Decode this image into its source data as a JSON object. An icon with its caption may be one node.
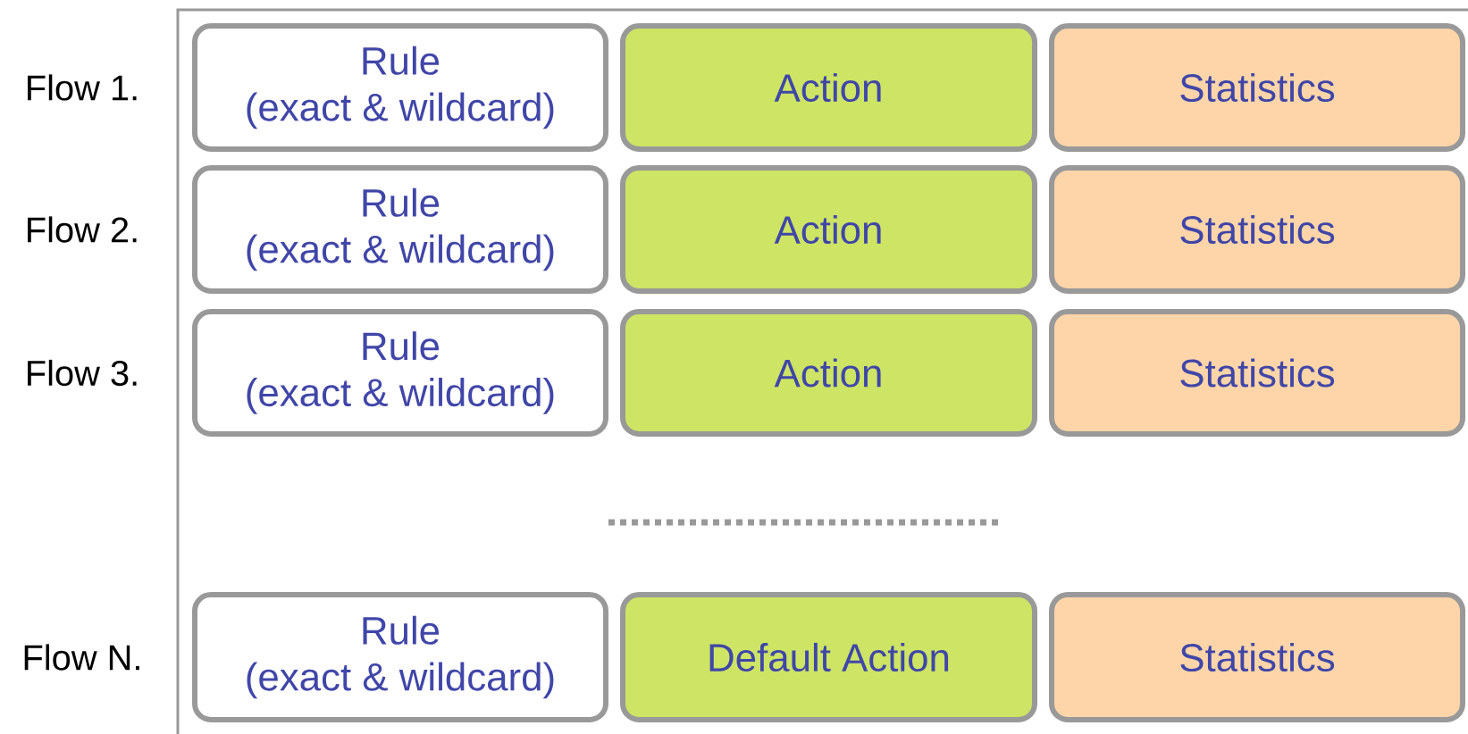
{
  "diagram": {
    "nodes": [
      {
        "text": [
          "Rule",
          "(exact & wildcard)"
        ]
      },
      {
        "text": [
          "Action"
        ]
      },
      {
        "text": [
          "Statistics"
        ]
      },
      {
        "text": [
          "Rule",
          "(exact & wildcard)"
        ]
      },
      {
        "text": [
          "Action"
        ]
      },
      {
        "text": [
          "Statistics"
        ]
      },
      {
        "text": [
          "Rule",
          "(exact & wildcard)"
        ]
      },
      {
        "text": [
          "Action"
        ]
      },
      {
        "text": [
          "Statistics"
        ]
      },
      {
        "text": [
          "Rule",
          "(exact & wildcard)"
        ]
      },
      {
        "text": [
          "Default Action"
        ]
      },
      {
        "text": [
          "Statistics"
        ]
      }
    ],
    "labels": [
      "Flow 1.",
      "Flow 2.",
      "Flow 3.",
      "Flow N."
    ]
  }
}
